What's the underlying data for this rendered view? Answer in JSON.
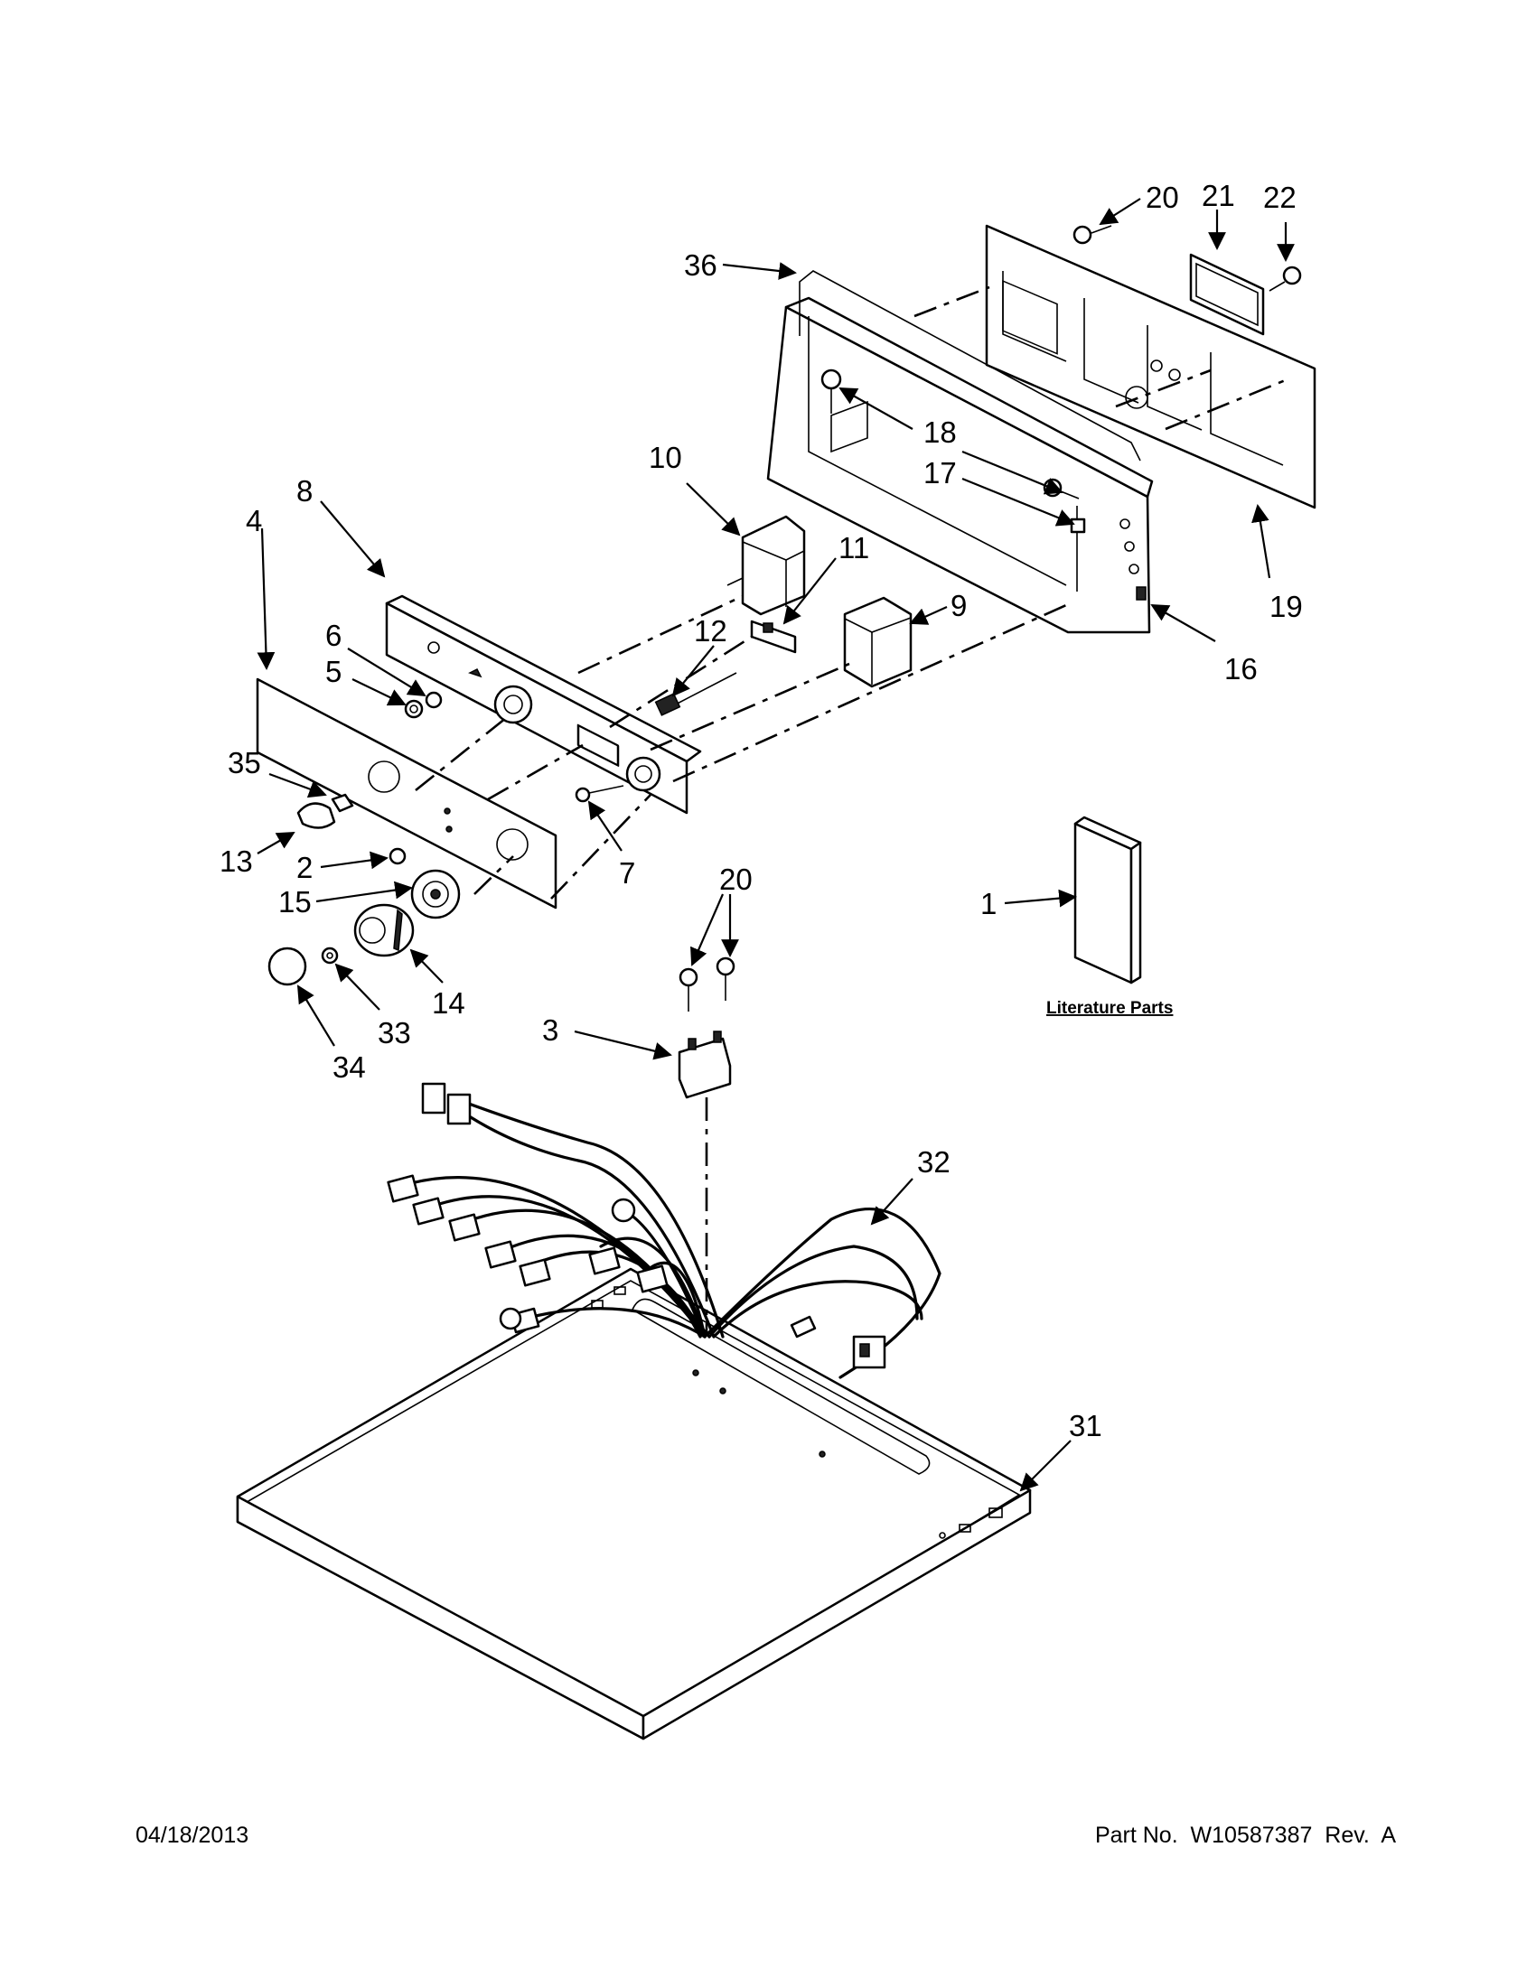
{
  "diagram": {
    "callouts": [
      "36",
      "20",
      "21",
      "22",
      "18",
      "17",
      "19",
      "16",
      "10",
      "11",
      "9",
      "8",
      "12",
      "4",
      "6",
      "5",
      "35",
      "13",
      "2",
      "7",
      "15",
      "14",
      "33",
      "34",
      "20",
      "1",
      "3",
      "32",
      "31"
    ],
    "literature_label": "Literature Parts"
  },
  "footer": {
    "date": "04/18/2013",
    "part_number": "Part No.  W10587387  Rev.  A"
  },
  "colors": {
    "ink": "#000000",
    "paper": "#ffffff"
  }
}
